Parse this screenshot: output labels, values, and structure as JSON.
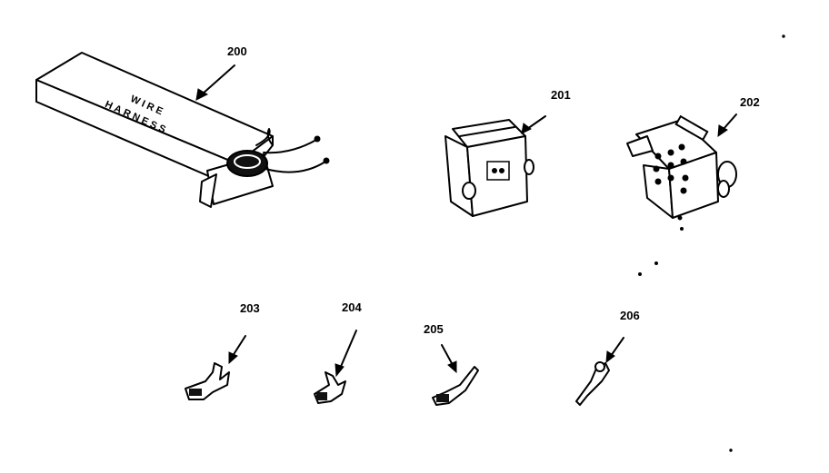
{
  "diagram": {
    "parts": [
      {
        "id": "200",
        "box_text_line1": "WIRE",
        "box_text_line2": "HARNESS"
      },
      {
        "id": "201"
      },
      {
        "id": "202"
      },
      {
        "id": "203"
      },
      {
        "id": "204"
      },
      {
        "id": "205"
      },
      {
        "id": "206"
      }
    ]
  }
}
